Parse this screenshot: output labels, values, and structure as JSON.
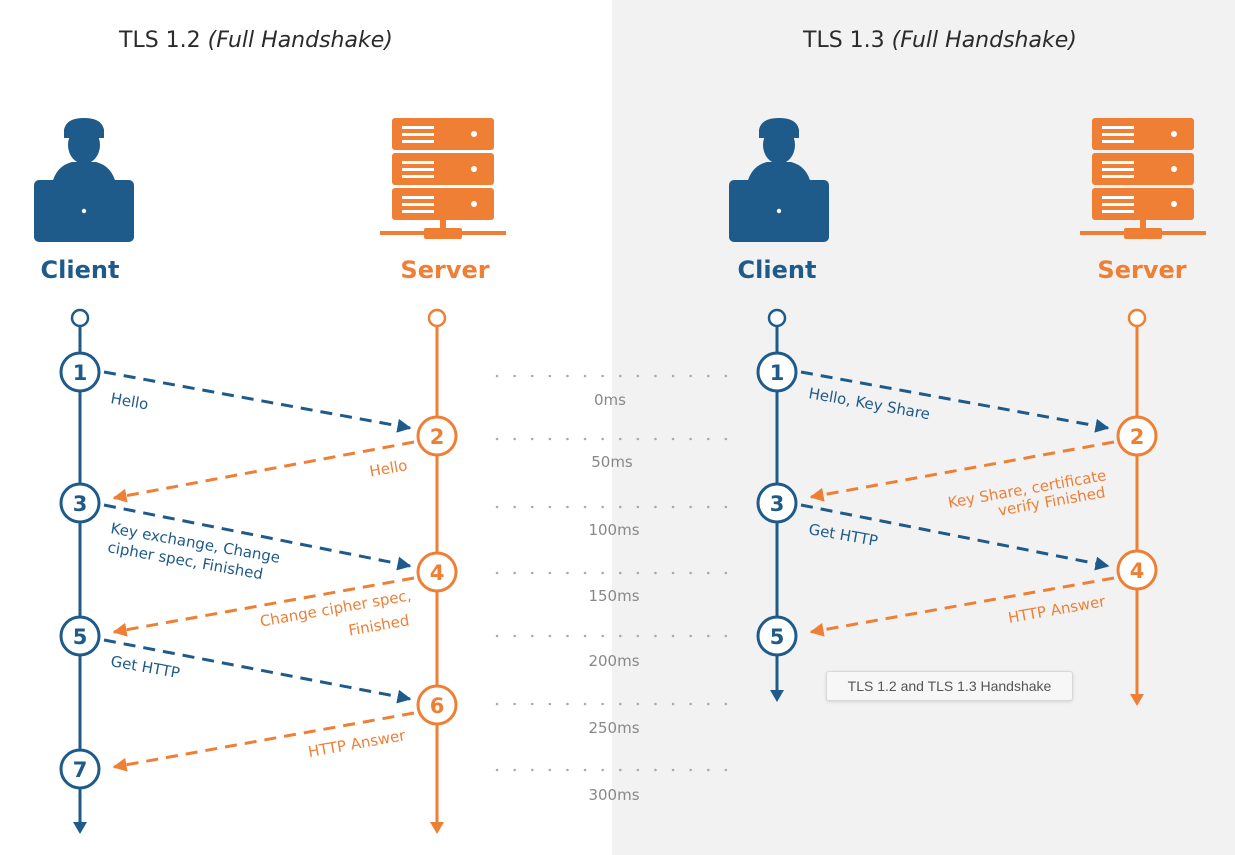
{
  "tls12": {
    "title": "TLS 1.2",
    "subtitle": "(Full Handshake)",
    "client_label": "Client",
    "server_label": "Server",
    "steps": [
      "1",
      "2",
      "3",
      "4",
      "5",
      "6",
      "7"
    ],
    "messages": {
      "m1": "Hello",
      "m2": "Hello",
      "m3_line1": "Key exchange, Change",
      "m3_line2": "cipher spec, Finished",
      "m4_line1": "Change cipher spec,",
      "m4_line2": "Finished",
      "m5": "Get HTTP",
      "m6": "HTTP Answer"
    }
  },
  "tls13": {
    "title": "TLS 1.3",
    "subtitle": "(Full Handshake)",
    "client_label": "Client",
    "server_label": "Server",
    "steps": [
      "1",
      "2",
      "3",
      "4",
      "5"
    ],
    "messages": {
      "m1": "Hello, Key Share",
      "m2_line1": "Key Share, certificate",
      "m2_line2": "verify  Finished",
      "m3": "Get HTTP",
      "m4": "HTTP Answer"
    }
  },
  "timeline": [
    "0ms",
    "50ms",
    "100ms",
    "150ms",
    "200ms",
    "250ms",
    "300ms"
  ],
  "tooltip": "TLS 1.2 and TLS 1.3 Handshake",
  "colors": {
    "client": "#1e5a8a",
    "server": "#ee7f35",
    "text": "#2b2b2b",
    "timeline": "#aaaaaa"
  }
}
